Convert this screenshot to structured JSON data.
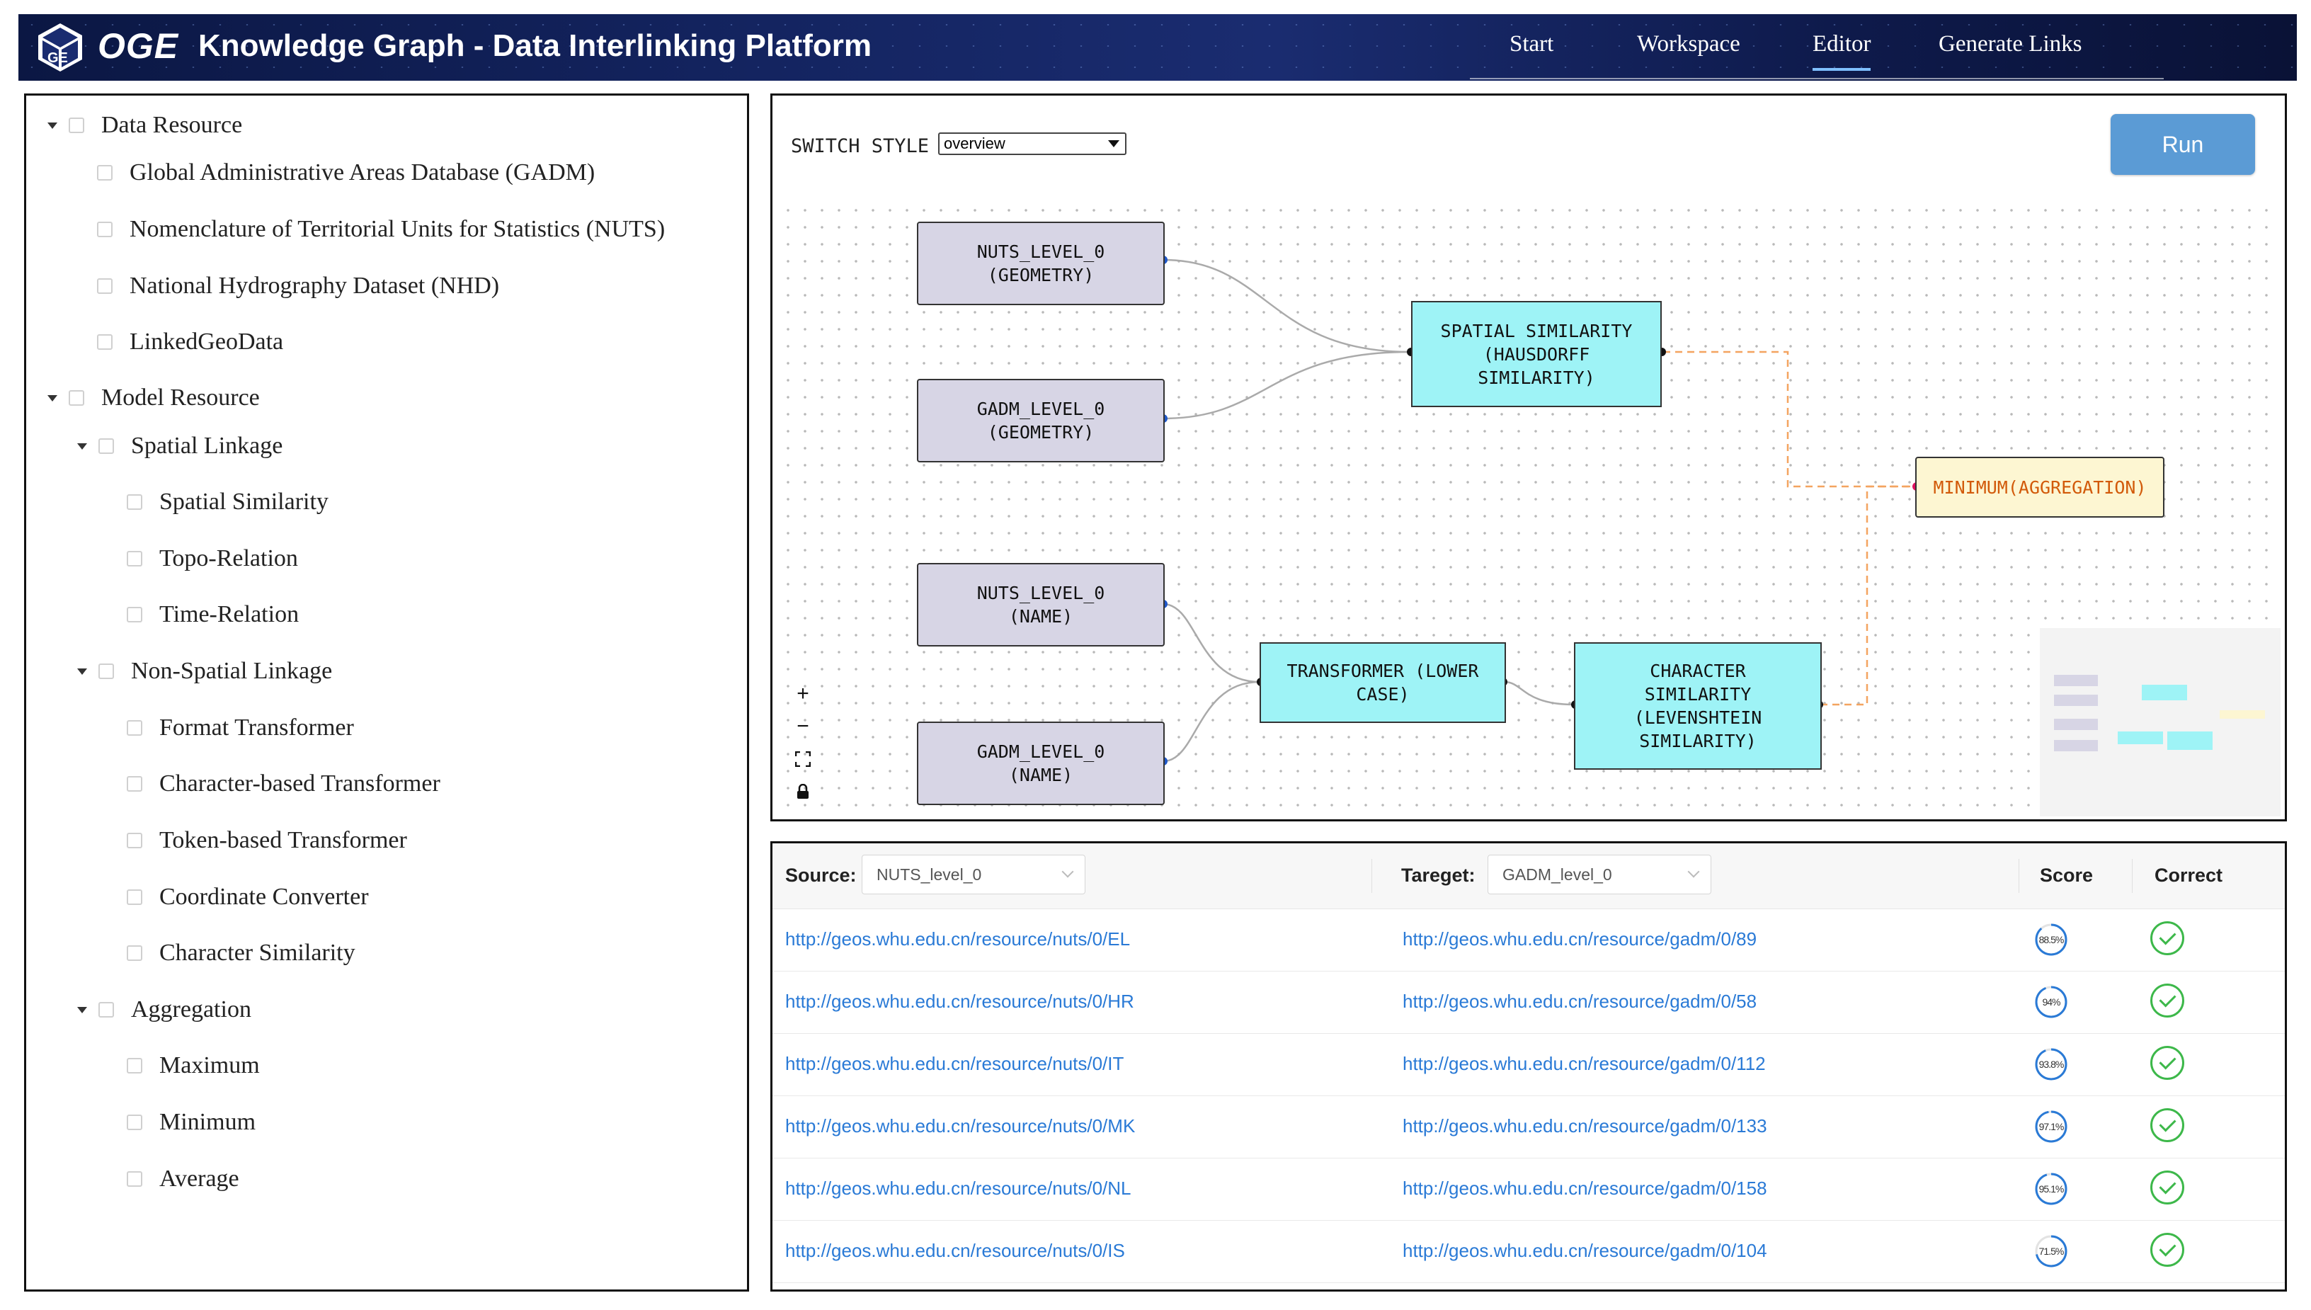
{
  "header": {
    "brand": "OGE",
    "title": "Knowledge Graph - Data Interlinking Platform",
    "logo_text": "GE",
    "nav": [
      {
        "label": "Start"
      },
      {
        "label": "Workspace"
      },
      {
        "label": "Editor",
        "active": true
      },
      {
        "label": "Generate Links"
      }
    ]
  },
  "tree": {
    "data_resource": {
      "label": "Data Resource",
      "items": [
        {
          "label": "Global Administrative Areas Database (GADM)"
        },
        {
          "label": "Nomenclature of Territorial Units for Statistics (NUTS)"
        },
        {
          "label": "National Hydrography Dataset (NHD)"
        },
        {
          "label": "LinkedGeoData"
        }
      ]
    },
    "model_resource": {
      "label": "Model Resource",
      "groups": [
        {
          "label": "Spatial Linkage",
          "items": [
            "Spatial Similarity",
            "Topo-Relation",
            "Time-Relation"
          ]
        },
        {
          "label": "Non-Spatial Linkage",
          "items": [
            "Format Transformer",
            "Character-based Transformer",
            "Token-based Transformer",
            "Coordinate Converter",
            "Character Similarity"
          ]
        },
        {
          "label": "Aggregation",
          "items": [
            "Maximum",
            "Minimum",
            "Average"
          ]
        }
      ]
    }
  },
  "editor": {
    "switch_label": "SWITCH STYLE",
    "switch_value": "overview",
    "run_label": "Run",
    "zoom_in": "+",
    "zoom_out": "−",
    "nodes": {
      "nuts_geom": "NUTS_LEVEL_0\n(GEOMETRY)",
      "gadm_geom": "GADM_LEVEL_0\n(GEOMETRY)",
      "spatial": "SPATIAL SIMILARITY\n(HAUSDORFF\nSIMILARITY)",
      "minimum": "MINIMUM(AGGREGATION)",
      "nuts_name": "NUTS_LEVEL_0\n(NAME)",
      "gadm_name": "GADM_LEVEL_0\n(NAME)",
      "transformer": "TRANSFORMER (LOWER\nCASE)",
      "charsim": "CHARACTER\nSIMILARITY\n(LEVENSHTEIN\nSIMILARITY)"
    },
    "colors": {
      "source_node": "#d7d5e5",
      "operator_node": "#9ef3f6",
      "aggregation_node": "#fdf6d2",
      "aggregation_edge": "#f4a460"
    }
  },
  "results": {
    "source_label": "Source:",
    "source_value": "NUTS_level_0",
    "target_label": "Tareget:",
    "target_value": "GADM_level_0",
    "score_header": "Score",
    "correct_header": "Correct",
    "rows": [
      {
        "source": "http://geos.whu.edu.cn/resource/nuts/0/EL",
        "target": "http://geos.whu.edu.cn/resource/gadm/0/89",
        "score": "88.5%",
        "score_value": 0.885
      },
      {
        "source": "http://geos.whu.edu.cn/resource/nuts/0/HR",
        "target": "http://geos.whu.edu.cn/resource/gadm/0/58",
        "score": "94%",
        "score_value": 0.94
      },
      {
        "source": "http://geos.whu.edu.cn/resource/nuts/0/IT",
        "target": "http://geos.whu.edu.cn/resource/gadm/0/112",
        "score": "93.8%",
        "score_value": 0.938
      },
      {
        "source": "http://geos.whu.edu.cn/resource/nuts/0/MK",
        "target": "http://geos.whu.edu.cn/resource/gadm/0/133",
        "score": "97.1%",
        "score_value": 0.971
      },
      {
        "source": "http://geos.whu.edu.cn/resource/nuts/0/NL",
        "target": "http://geos.whu.edu.cn/resource/gadm/0/158",
        "score": "95.1%",
        "score_value": 0.951
      },
      {
        "source": "http://geos.whu.edu.cn/resource/nuts/0/IS",
        "target": "http://geos.whu.edu.cn/resource/gadm/0/104",
        "score": "71.5%",
        "score_value": 0.715
      }
    ]
  }
}
